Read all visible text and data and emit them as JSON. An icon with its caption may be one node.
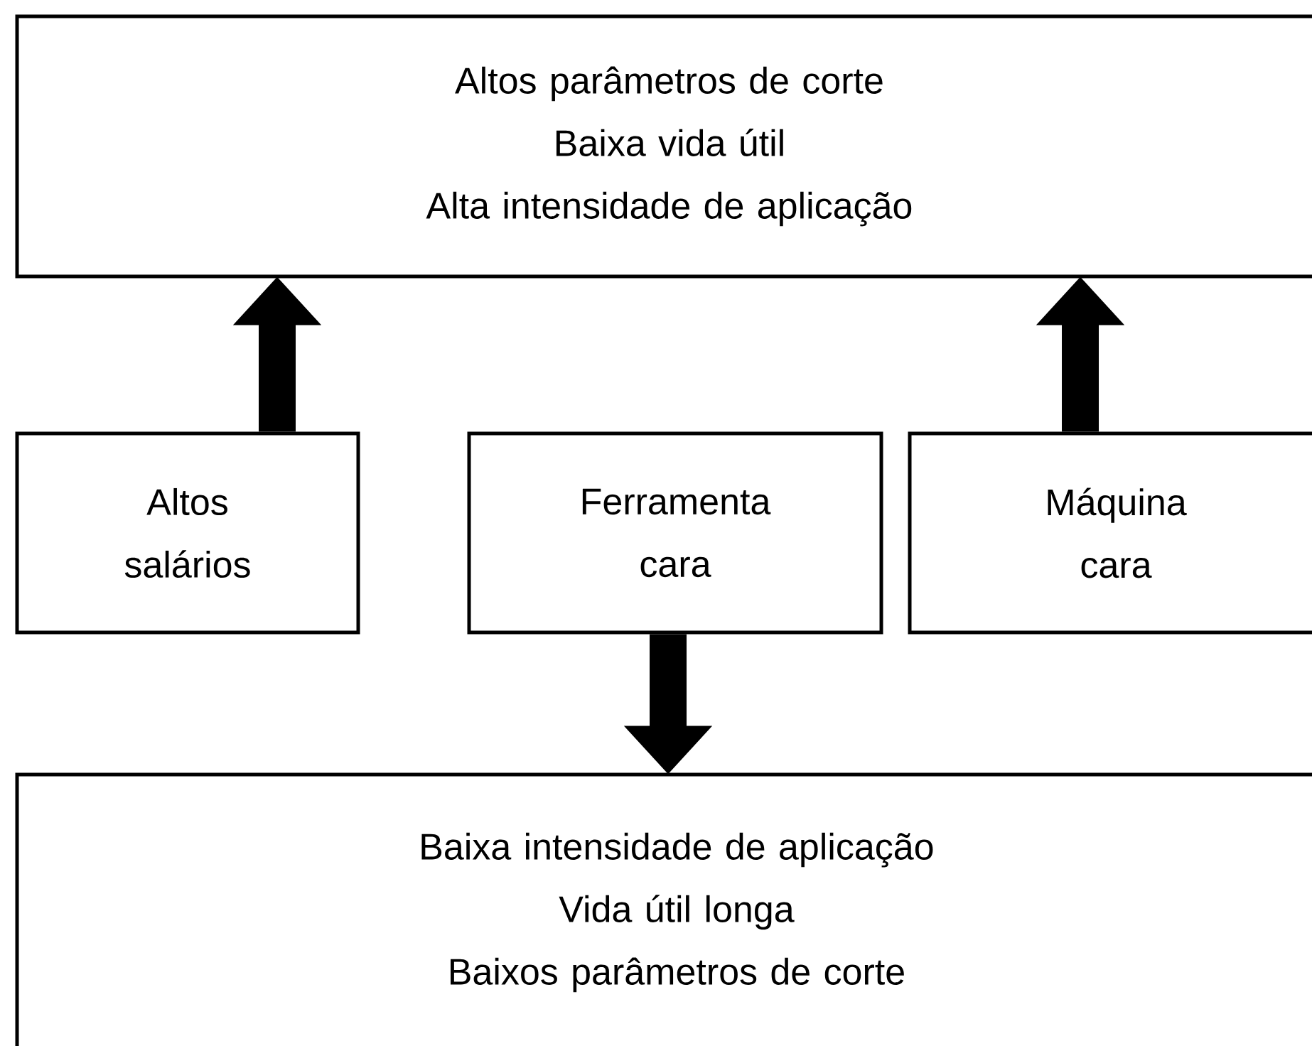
{
  "diagram": {
    "nodes": [
      {
        "text": [
          "Altos parâmetros de corte",
          "Baixa vida útil",
          "Alta intensidade de aplicação"
        ]
      },
      {
        "text": [
          "Altos salários"
        ]
      },
      {
        "text": [
          "Ferramenta cara"
        ]
      },
      {
        "text": [
          "Máquina cara"
        ]
      },
      {
        "text": [
          "Baixa intensidade de aplicação",
          "Vida útil longa",
          "Baixos parâmetros de corte"
        ]
      }
    ],
    "edges": [
      {
        "from": 1,
        "to": 0,
        "arrow": "to"
      },
      {
        "from": 2,
        "to": 4,
        "arrow": "to"
      },
      {
        "from": 3,
        "to": 0,
        "arrow": "to"
      }
    ]
  }
}
